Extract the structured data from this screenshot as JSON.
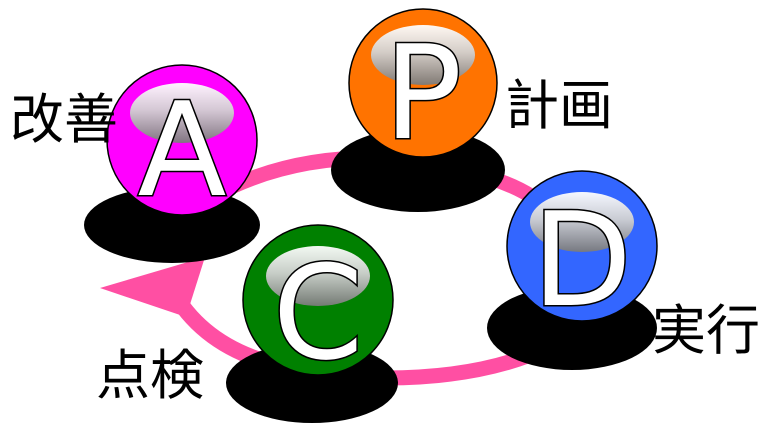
{
  "cycle": {
    "ring_color": "#ff4fa3",
    "shadow_color": "#000000",
    "steps": [
      {
        "letter": "P",
        "label": "計画",
        "color": "#ff7300"
      },
      {
        "letter": "D",
        "label": "実行",
        "color": "#3366ff"
      },
      {
        "letter": "C",
        "label": "点検",
        "color": "#008000"
      },
      {
        "letter": "A",
        "label": "改善",
        "color": "#ff00ff"
      }
    ]
  }
}
